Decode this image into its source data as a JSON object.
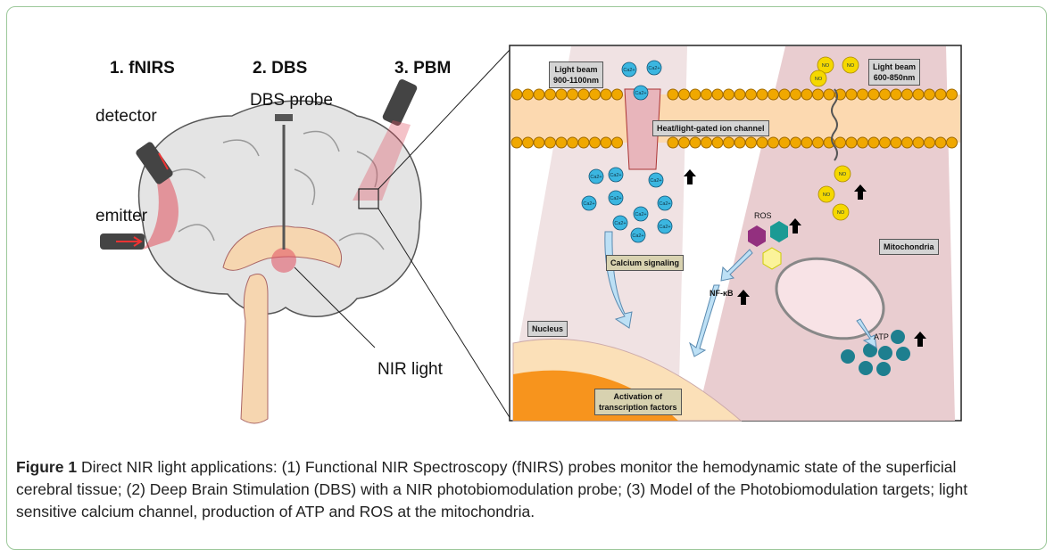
{
  "figure": {
    "panels": {
      "fnirs_title": "1. fNIRS",
      "dbs_title": "2. DBS",
      "pbm_title": "3. PBM",
      "detector": "detector",
      "emitter": "emitter",
      "dbs_probe": "DBS probe",
      "nir_light": "NIR light"
    },
    "detail": {
      "light_beam_1": [
        "Light beam",
        "900-1100nm"
      ],
      "light_beam_2": [
        "Light beam",
        "600-850nm"
      ],
      "ion_channel": "Heat/light-gated ion channel",
      "calcium_signaling": "Calcium signaling",
      "nucleus": "Nucleus",
      "activation": [
        "Activation of",
        "transcription factors"
      ],
      "mitochondria": "Mitochondria",
      "ros": "ROS",
      "nfkb": "NF-κB",
      "atp": "ATP",
      "ca_ion": "Ca2+",
      "no": "NO"
    },
    "colors": {
      "frame": "#9cc89a",
      "beam": "#e8c9cc",
      "membrane_head": "#f0a800",
      "calcium": "#3bb6e0",
      "no": "#f5d800",
      "nucleus": "#f7941d",
      "atp": "#1e7f8f"
    }
  },
  "caption": {
    "label": "Figure 1",
    "text": " Direct NIR light applications: (1) Functional NIR Spectroscopy (fNIRS) probes monitor the hemodynamic state of the superficial cerebral tissue; (2) Deep Brain Stimulation (DBS) with a NIR photobiomodulation probe; (3) Model of the Photobiomodulation targets; light sensitive calcium channel, production of ATP and ROS at the mitochondria."
  }
}
